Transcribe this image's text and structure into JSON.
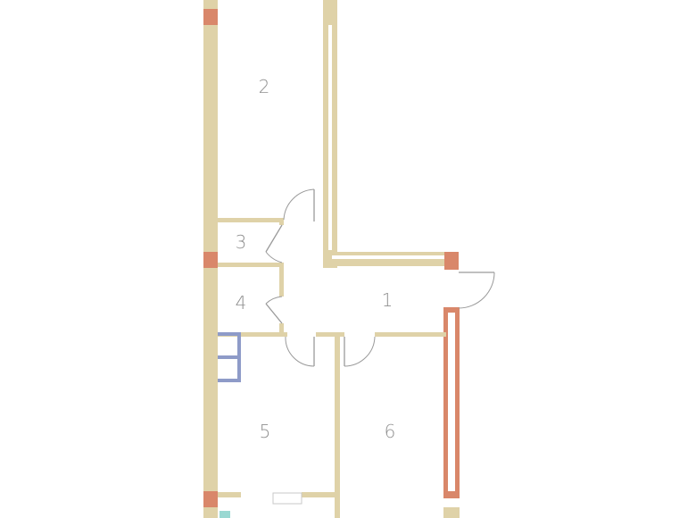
{
  "rooms": [
    {
      "id": "room-1",
      "label": "1"
    },
    {
      "id": "room-2",
      "label": "2"
    },
    {
      "id": "room-3",
      "label": "3"
    },
    {
      "id": "room-4",
      "label": "4"
    },
    {
      "id": "room-5",
      "label": "5"
    },
    {
      "id": "room-6",
      "label": "6"
    }
  ],
  "colors": {
    "wall": "#dfd2a8",
    "column": "#d9876a",
    "window_frame": "#d9876a",
    "fixture": "#8e9bc8",
    "label": "#8f8f8f",
    "background": "#ffffff"
  }
}
